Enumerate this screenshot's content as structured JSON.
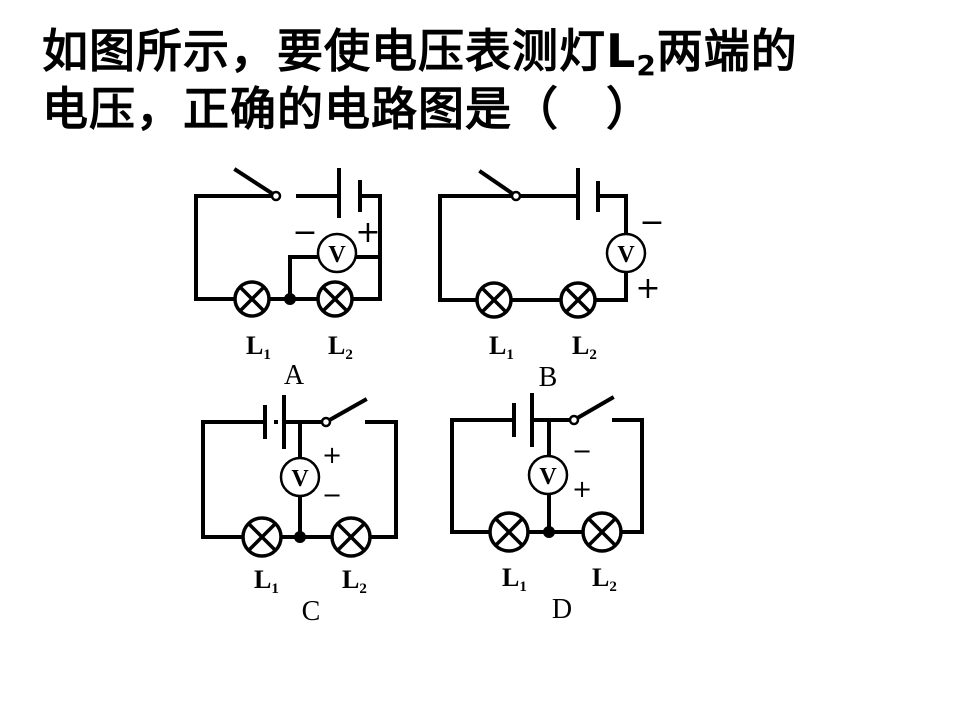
{
  "question": {
    "line1_pre": "如图所示，要使电压表测灯L",
    "line1_sub": "2",
    "line1_post": "两端的",
    "line2": "电压，正确的电路图是（　）"
  },
  "symbols": {
    "voltmeter": "V",
    "plus": "+",
    "minus": "−"
  },
  "lamps": {
    "l1": {
      "letter": "L",
      "sub": "1"
    },
    "l2": {
      "letter": "L",
      "sub": "2"
    }
  },
  "diagrams": [
    {
      "id": "A",
      "caption": "A"
    },
    {
      "id": "B",
      "caption": "B"
    },
    {
      "id": "C",
      "caption": "C"
    },
    {
      "id": "D",
      "caption": "D"
    }
  ]
}
